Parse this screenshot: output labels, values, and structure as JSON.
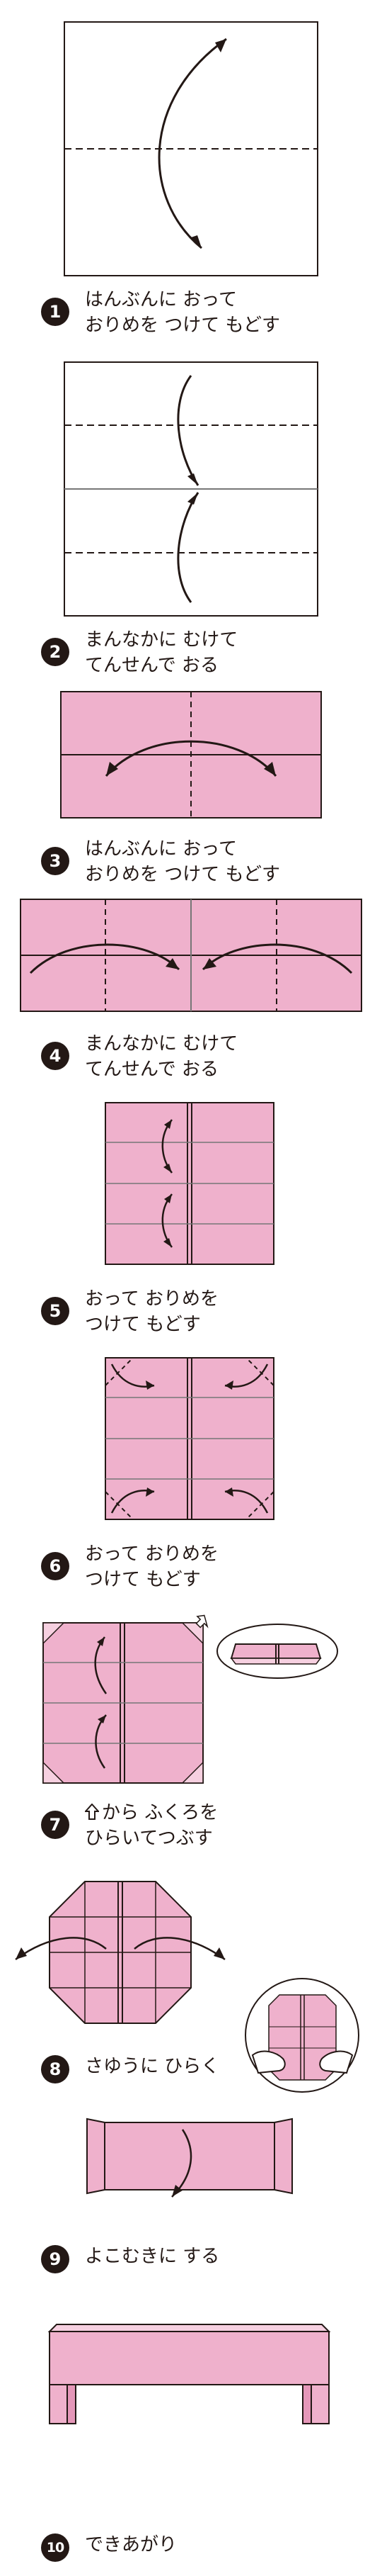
{
  "colors": {
    "paper_pink": "#efb1cc",
    "paper_white": "#ffffff",
    "line": "#231815",
    "crease": "#777777"
  },
  "steps": [
    {
      "number": "1",
      "lines": [
        "はんぶんに おって",
        "おりめを つけて もどす"
      ]
    },
    {
      "number": "2",
      "lines": [
        "まんなかに むけて",
        "てんせんで おる"
      ]
    },
    {
      "number": "3",
      "lines": [
        "はんぶんに おって",
        "おりめを つけて もどす"
      ]
    },
    {
      "number": "4",
      "lines": [
        "まんなかに むけて",
        "てんせんで おる"
      ]
    },
    {
      "number": "5",
      "lines": [
        "おって おりめを",
        "つけて もどす"
      ]
    },
    {
      "number": "6",
      "lines": [
        "おって おりめを",
        "つけて もどす"
      ]
    },
    {
      "number": "7",
      "icon": "hollow-up-arrow-icon",
      "lines": [
        "から ふくろを",
        "ひらいてつぶす"
      ]
    },
    {
      "number": "8",
      "lines": [
        "さゆうに ひらく"
      ]
    },
    {
      "number": "9",
      "lines": [
        "よこむきに する"
      ]
    },
    {
      "number": "10",
      "lines": [
        "できあがり"
      ]
    }
  ]
}
